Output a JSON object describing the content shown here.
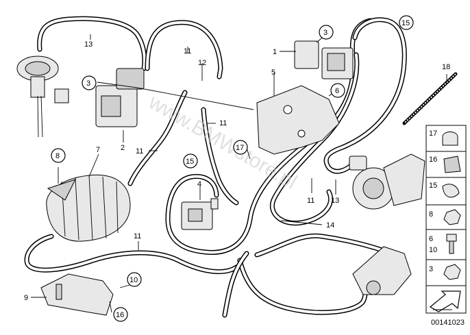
{
  "watermark": "www.BMWstore.pl",
  "diagram_number": "00141023",
  "callouts": {
    "c13a": "13",
    "c11a": "11",
    "c12": "12",
    "c3a": "3",
    "c2": "2",
    "c11b": "11",
    "c11c": "11",
    "c7": "7",
    "c8": "8",
    "c15a": "15",
    "c17": "17",
    "c4": "4",
    "c1": "1",
    "c3b": "3",
    "c5": "5",
    "c6": "6",
    "c15b": "15",
    "c18": "18",
    "c11d": "11",
    "c13b": "13",
    "c14": "14",
    "c11e": "11",
    "c9": "9",
    "c10": "10",
    "c16": "16"
  },
  "side_panel": [
    "17",
    "16",
    "15",
    "8",
    "6",
    "10",
    "3"
  ],
  "colors": {
    "line": "#000000",
    "part_fill": "#e8e8e8",
    "watermark": "#c8c8c8"
  }
}
